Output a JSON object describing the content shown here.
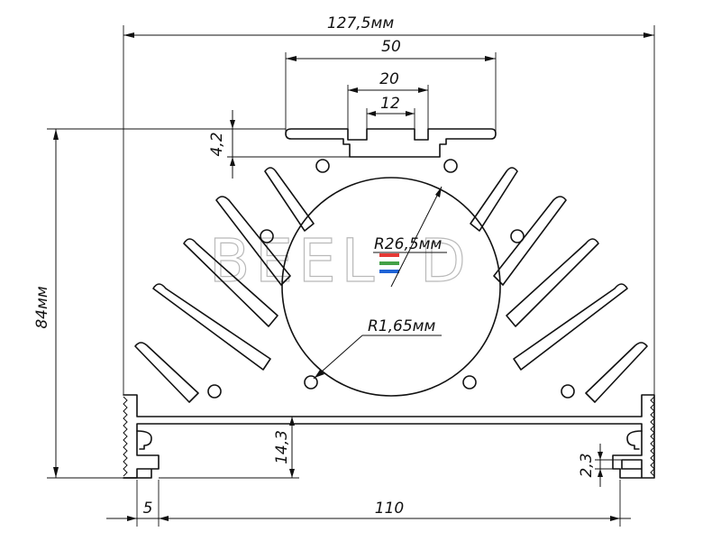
{
  "diagram": {
    "dimensions": {
      "overall_width": "127,5мм",
      "top_flange_width": "50",
      "slot_width": "20",
      "slot_opening": "12",
      "flange_thickness": "4,2",
      "overall_height": "84мм",
      "central_radius": "R26,5мм",
      "hole_radius": "R1,65мм",
      "base_height": "14,3",
      "slot_depth": "2,3",
      "edge_offset": "5",
      "base_slot_span": "110"
    },
    "watermark": {
      "brand": "BEEL",
      "tail": "D"
    },
    "colors": {
      "line": "#111111",
      "watermark": "#b9b9b9",
      "logo_red": "#e53935",
      "logo_green": "#43a047",
      "logo_blue": "#1e63d6"
    }
  }
}
